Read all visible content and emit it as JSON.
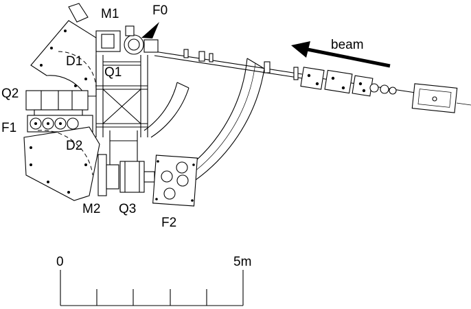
{
  "labels": {
    "M1": "M1",
    "F0": "F0",
    "D1": "D1",
    "Q1": "Q1",
    "Q2": "Q2",
    "F1": "F1",
    "D2": "D2",
    "M2": "M2",
    "Q3": "Q3",
    "F2": "F2",
    "beam": "beam"
  },
  "scale_bar": {
    "start": "0",
    "end": "5m",
    "divisions": 5
  }
}
